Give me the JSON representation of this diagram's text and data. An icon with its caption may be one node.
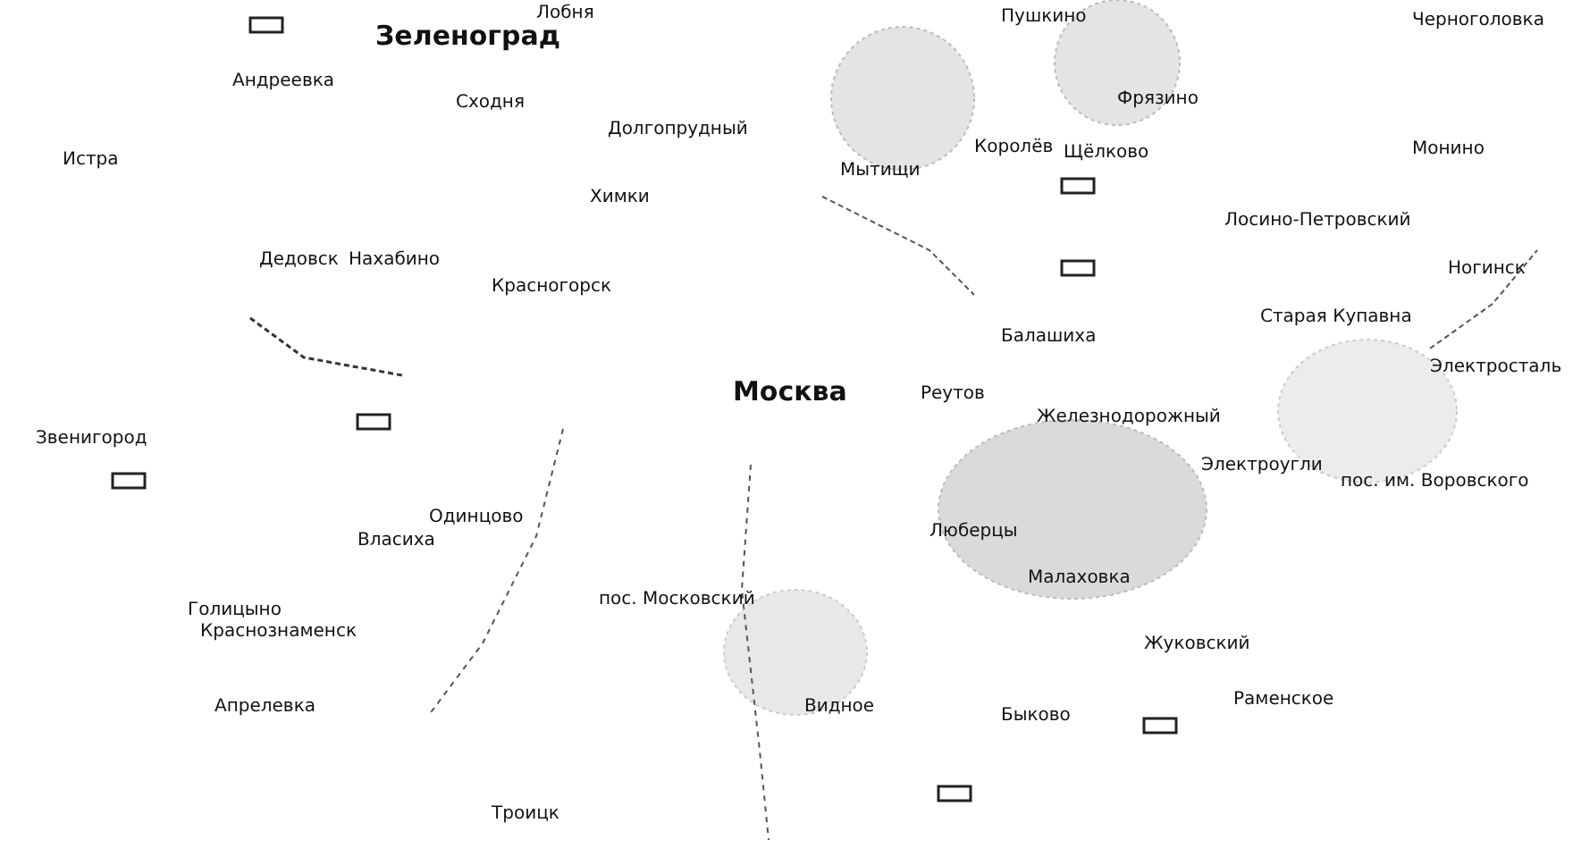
{
  "diagram": {
    "labels": [
      "Лобня",
      "Пушкино",
      "Черноголовка",
      "Зеленоград",
      "Андреевка",
      "Сходня",
      "Долгопрудный",
      "Королёв",
      "Фрязино",
      "Щёлково",
      "Мытищи",
      "Истра",
      "Монино",
      "Химки",
      "Лосино-Петровский",
      "Дедовск",
      "Нахабино",
      "Красногорск",
      "Ногинск",
      "Старая Купавна",
      "Балашиха",
      "Электросталь",
      "Звенигород",
      "Москва",
      "Реутов",
      "Железнодорожный",
      "Электроугли",
      "пос. им. Воровского",
      "Власиха",
      "Одинцово",
      "Люберцы",
      "Малаховка",
      "Голицыно",
      "пос. Московский",
      "Краснознаменск",
      "Жуковский",
      "Раменское",
      "Апрелевка",
      "Быково",
      "Видное",
      "Троицк"
    ]
  }
}
